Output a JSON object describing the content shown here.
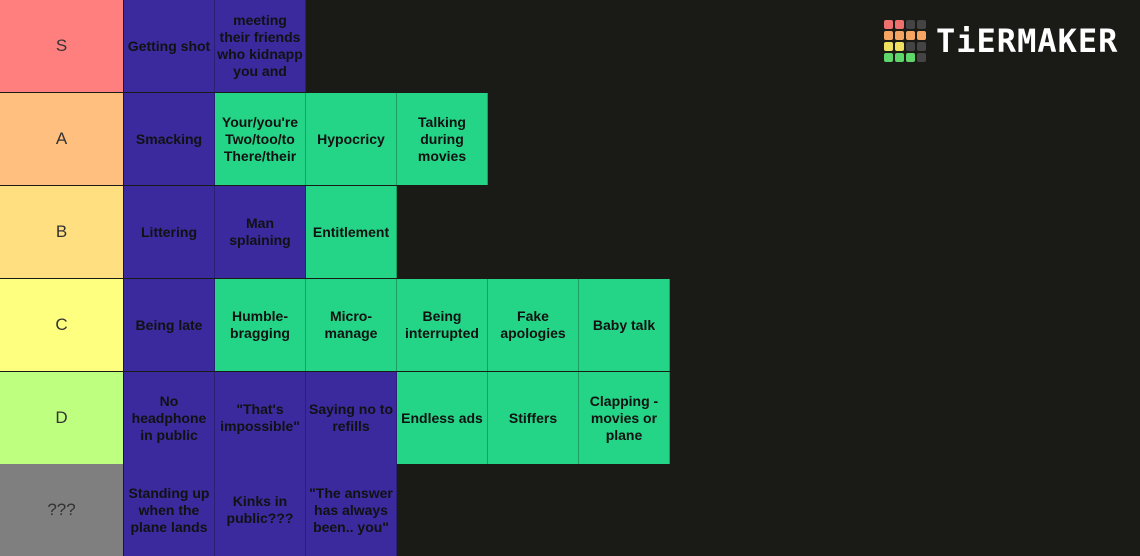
{
  "logo": {
    "text": "TiERMAKER",
    "grid": [
      [
        "#f07070",
        "#f07070",
        "#444444",
        "#444444"
      ],
      [
        "#f5a461",
        "#f5a461",
        "#f5a461",
        "#f5a461"
      ],
      [
        "#f0e060",
        "#f0e060",
        "#444444",
        "#444444"
      ],
      [
        "#5ed66a",
        "#5ed66a",
        "#5ed66a",
        "#444444"
      ]
    ]
  },
  "colors": {
    "purple": "#3a2a9e",
    "green": "#24d487",
    "background": "#1a1a17"
  },
  "tiers": [
    {
      "label": "S",
      "color": "#ff7f7f",
      "items": [
        {
          "text": "Getting shot",
          "color": "purple"
        },
        {
          "text": "meeting their friends who kidnapp you and",
          "color": "purple"
        }
      ]
    },
    {
      "label": "A",
      "color": "#ffbf7f",
      "items": [
        {
          "text": "Smacking",
          "color": "purple"
        },
        {
          "text": "Your/you're Two/too/to There/their",
          "color": "green"
        },
        {
          "text": "Hypocricy",
          "color": "green"
        },
        {
          "text": "Talking during movies",
          "color": "green"
        }
      ]
    },
    {
      "label": "B",
      "color": "#ffdf7f",
      "items": [
        {
          "text": "Littering",
          "color": "purple"
        },
        {
          "text": "Man splaining",
          "color": "purple"
        },
        {
          "text": "Entitlement",
          "color": "green"
        }
      ]
    },
    {
      "label": "C",
      "color": "#ffff7f",
      "items": [
        {
          "text": "Being late",
          "color": "purple"
        },
        {
          "text": "Humble-bragging",
          "color": "green"
        },
        {
          "text": "Micro-manage",
          "color": "green"
        },
        {
          "text": "Being interrupted",
          "color": "green"
        },
        {
          "text": "Fake apologies",
          "color": "green"
        },
        {
          "text": "Baby talk",
          "color": "green"
        }
      ]
    },
    {
      "label": "D",
      "color": "#bfff7f",
      "items": [
        {
          "text": "No headphone in public",
          "color": "purple"
        },
        {
          "text": "\"That's impossible\"",
          "color": "purple"
        },
        {
          "text": "Saying no to refills",
          "color": "purple"
        },
        {
          "text": "Endless ads",
          "color": "green"
        },
        {
          "text": "Stiffers",
          "color": "green"
        },
        {
          "text": "Clapping - movies or plane",
          "color": "green"
        }
      ]
    },
    {
      "label": "???",
      "color": "#7f7f7f",
      "items": [
        {
          "text": "Standing up when the plane lands",
          "color": "purple"
        },
        {
          "text": "Kinks in public???",
          "color": "purple"
        },
        {
          "text": "\"The answer has always been.. you\"",
          "color": "purple"
        }
      ]
    }
  ]
}
